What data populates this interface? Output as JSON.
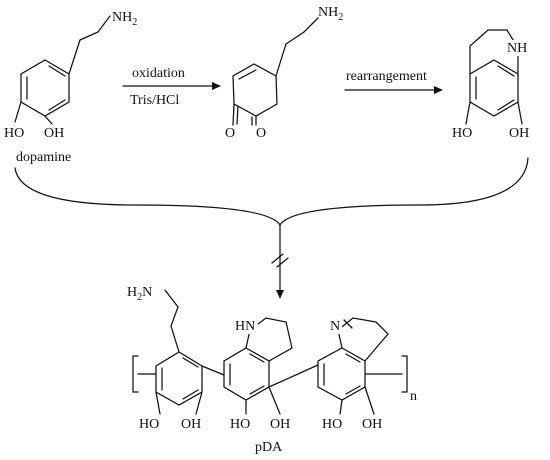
{
  "molecules": {
    "dopamine": {
      "name": "dopamine",
      "amine": "NH",
      "amine_sub": "2",
      "oh_left": "HO",
      "oh_right": "OH"
    },
    "dopaquinone": {
      "amine": "NH",
      "amine_sub": "2",
      "o_left": "O",
      "o_right": "O"
    },
    "dihydroxyindoline": {
      "nh": "NH",
      "oh_left": "HO",
      "oh_right": "OH"
    },
    "polymer": {
      "name": "pDA",
      "amine_prefix": "H",
      "amine_sub": "2",
      "amine_suffix": "N",
      "nh": "HN",
      "n": "N",
      "repeat": "n",
      "oh": [
        "HO",
        "OH",
        "HO",
        "OH",
        "HO",
        "OH"
      ]
    }
  },
  "arrows": {
    "step1_top": "oxidation",
    "step1_bottom": "Tris/HCl",
    "step2_top": "rearrangement"
  }
}
